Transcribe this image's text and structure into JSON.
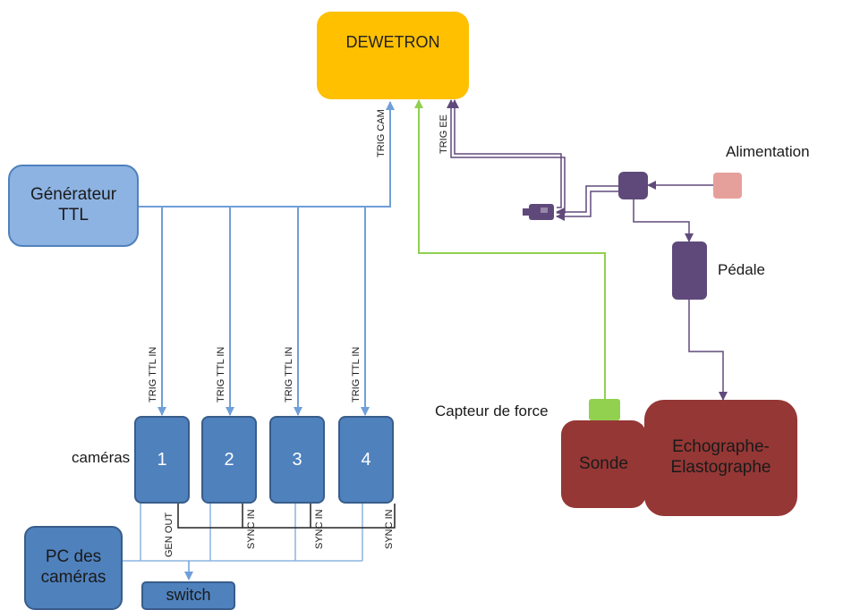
{
  "nodes": {
    "dewetron": "DEWETRON",
    "generateur": "Générateur\nTTL",
    "cam1": "1",
    "cam2": "2",
    "cam3": "3",
    "cam4": "4",
    "pc": "PC des\ncaméras",
    "switch": "switch",
    "sonde": "Sonde",
    "echographe": "Echographe-\nElastographe"
  },
  "labels": {
    "cameras": "caméras",
    "alimentation": "Alimentation",
    "pedale": "Pédale",
    "capteur": "Capteur de force"
  },
  "signals": {
    "trig_cam": "TRIG CAM",
    "trig_ee": "TRIG EE",
    "trig_ttl_in": "TRIG TTL IN",
    "gen_out": "GEN OUT",
    "sync_in": "SYNC IN"
  },
  "colors": {
    "orange": "#ffc000",
    "light_blue": "#8db3e2",
    "dark_blue": "#4f81bd",
    "purple": "#5f497a",
    "pink": "#e6a09b",
    "dark_red": "#953735",
    "green": "#92d050",
    "blue_line": "#6f9fd8",
    "green_line": "#92d050",
    "purple_line": "#604a7b"
  },
  "icons": {
    "connector": "connector-icon",
    "splitter": "splitter-icon"
  }
}
